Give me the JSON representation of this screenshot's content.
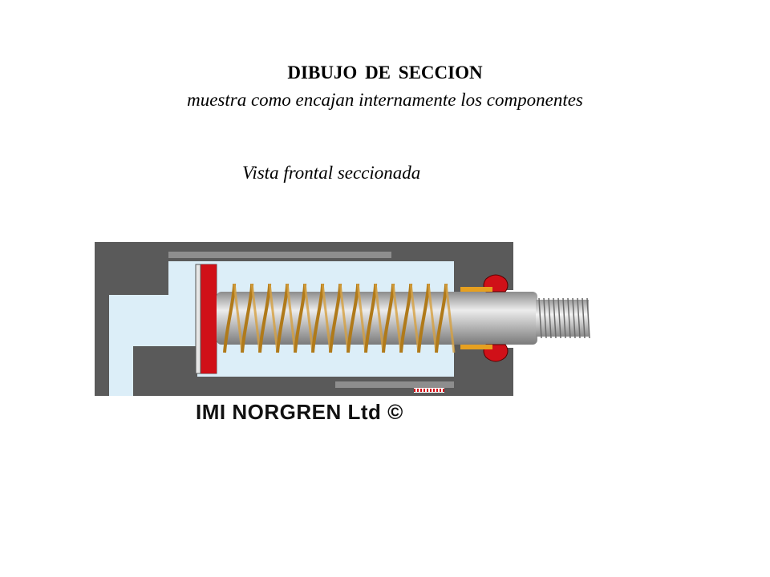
{
  "heading": {
    "title": "DIBUJO DE SECCION",
    "subtitle": "muestra como encajan internamente los componentes",
    "view_label": "Vista frontal seccionada"
  },
  "diagram": {
    "credit": "IMI NORGREN Ltd ©",
    "colors": {
      "body": "#5a5a5a",
      "cavity": "#dceef8",
      "seal": "#d01018",
      "rod": "#b4b4b4",
      "spring": "#b07a1a",
      "thread": "#d8d8d8"
    }
  }
}
